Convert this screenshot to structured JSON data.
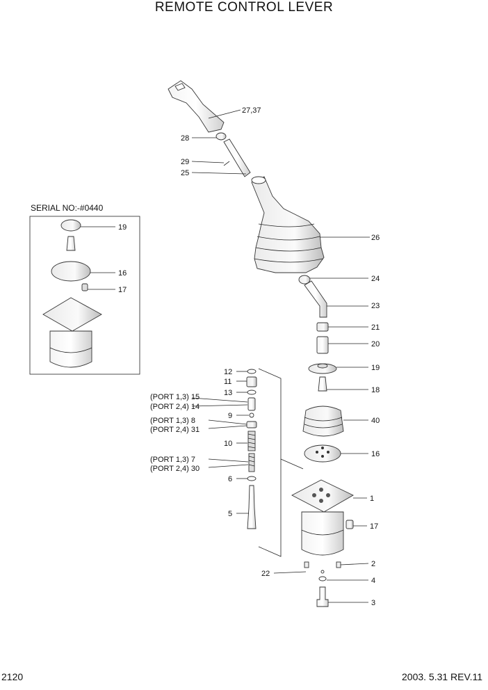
{
  "title": "REMOTE CONTROL LEVER",
  "inset_label": "SERIAL NO:-#0440",
  "footer": {
    "page_number": "2120",
    "revision": "2003. 5.31  REV.11"
  },
  "callouts": {
    "c27_37": "27,37",
    "c28": "28",
    "c29": "29",
    "c25": "25",
    "c26": "26",
    "c24": "24",
    "c23": "23",
    "c21": "21",
    "c20": "20",
    "c19": "19",
    "c18": "18",
    "c40": "40",
    "c16": "16",
    "c1": "1",
    "c17": "17",
    "c2": "2",
    "c22": "22",
    "c4": "4",
    "c3": "3",
    "c12": "12",
    "c11": "11",
    "c13": "13",
    "c9": "9",
    "c10": "10",
    "c6": "6",
    "c5": "5",
    "port15": "(PORT 1,3) 15",
    "port14": "(PORT 2,4) 14",
    "port8": "(PORT 1,3) 8",
    "port31": "(PORT 2,4) 31",
    "port7": "(PORT 1,3) 7",
    "port30": "(PORT 2,4) 30",
    "inset19": "19",
    "inset16": "16",
    "inset17": "17"
  }
}
